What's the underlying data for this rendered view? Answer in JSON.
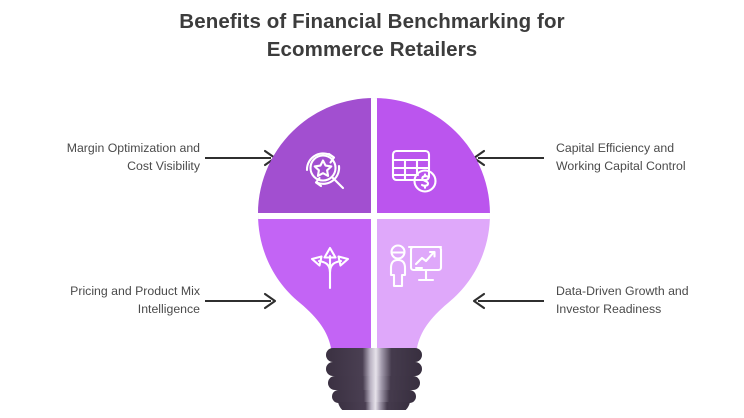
{
  "title": {
    "line1": "Benefits of Financial Benchmarking for",
    "line2": "Ecommerce Retailers",
    "color": "#3c3c3c"
  },
  "labels": {
    "top_left": {
      "line1": "Margin Optimization and",
      "line2": "Cost Visibility"
    },
    "bottom_left": {
      "line1": "Pricing and Product Mix",
      "line2": "Intelligence"
    },
    "top_right": {
      "line1": "Capital Efficiency and",
      "line2": "Working Capital Control"
    },
    "bottom_right": {
      "line1": "Data-Driven Growth and",
      "line2": "Investor Readiness"
    }
  },
  "diagram": {
    "type": "lightbulb-four-quadrant",
    "quadrants": [
      {
        "position": "top-left",
        "icon": "star-magnifier-refresh-icon",
        "color": "#a24fd0"
      },
      {
        "position": "top-right",
        "icon": "spreadsheet-dollar-icon",
        "color": "#bb55ee"
      },
      {
        "position": "bottom-left",
        "icon": "branching-arrows-icon",
        "color": "#c364f5"
      },
      {
        "position": "bottom-right",
        "icon": "presentation-growth-icon",
        "color": "#dfa8fa"
      }
    ],
    "base_color": "#3b3142",
    "base_highlight": "#cfc9d6",
    "divider_color": "#ffffff",
    "arrow_color": "#2f2f2f"
  }
}
